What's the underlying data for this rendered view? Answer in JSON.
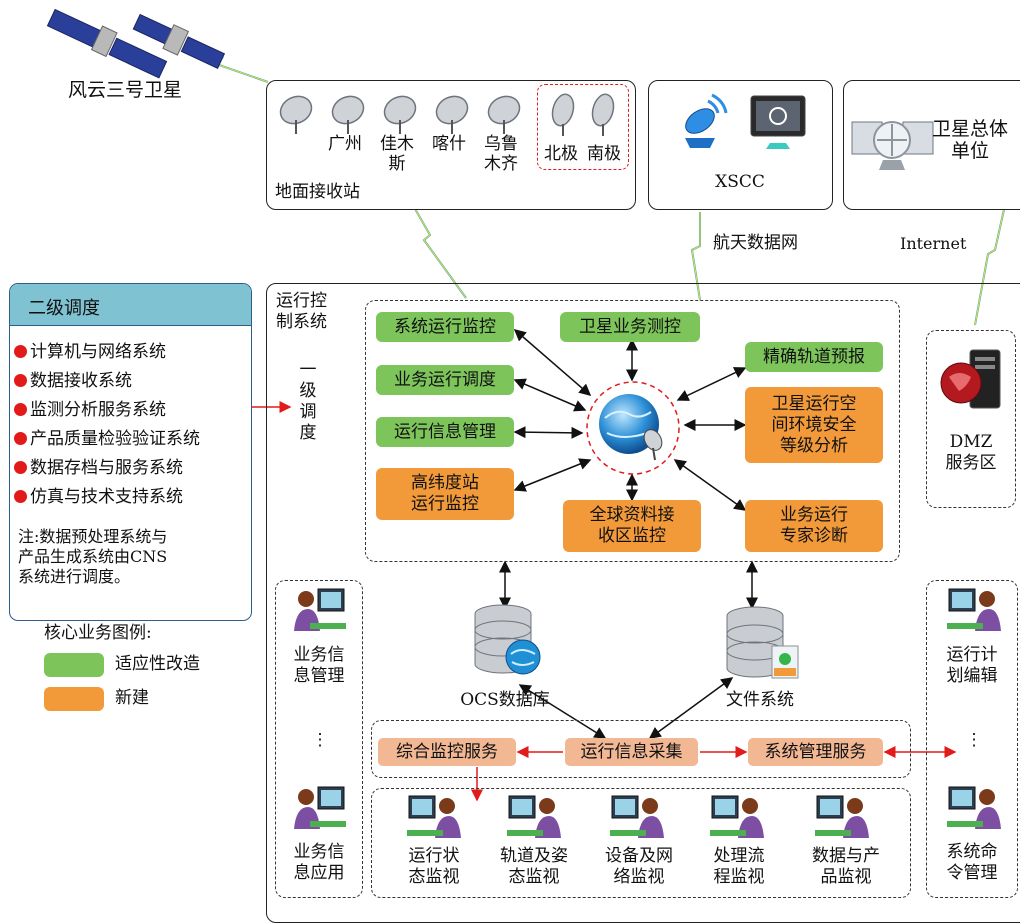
{
  "satellite": {
    "label": "风云三号卫星"
  },
  "ground_stations": {
    "title": "地面接收站",
    "stations": [
      {
        "name": ""
      },
      {
        "name": "广州"
      },
      {
        "name": "佳木\n斯"
      },
      {
        "name": "喀什"
      },
      {
        "name": "乌鲁\n木齐"
      }
    ],
    "polar": [
      {
        "name": "北极"
      },
      {
        "name": "南极"
      }
    ]
  },
  "xscc": {
    "label": "XSCC"
  },
  "sat_unit": {
    "label": "卫星总体\n单位"
  },
  "links": {
    "aerospace_net": "航天数据网",
    "internet": "Internet"
  },
  "secondary": {
    "title": "二级调度",
    "items": [
      "计算机与网络系统",
      "数据接收系统",
      "监测分析服务系统",
      "产品质量检验验证系统",
      "数据存档与服务系统",
      "仿真与技术支持系统"
    ],
    "note": "注:数据预处理系统与\n产品生成系统由CNS\n系统进行调度。"
  },
  "legend": {
    "title": "核心业务图例:",
    "items": [
      {
        "label": "适应性改造",
        "color": "#7dc55a"
      },
      {
        "label": "新建",
        "color": "#f29a3a"
      }
    ]
  },
  "ops_system": {
    "title": "运行控\n制系统",
    "primary": "一\n级\n调\n度",
    "green": [
      "系统运行监控",
      "卫星业务测控",
      "业务运行调度",
      "运行信息管理",
      "精确轨道预报"
    ],
    "orange": [
      "高纬度站\n运行监控",
      "全球资料接\n收区监控",
      "业务运行\n专家诊断",
      "卫星运行空\n间环境安全\n等级分析"
    ],
    "dmz": "DMZ\n服务区",
    "ocs_db": "OCS数据库",
    "file_system": "文件系统",
    "services": [
      "综合监控服务",
      "运行信息采集",
      "系统管理服务"
    ],
    "left_roles": [
      "业务信\n息管理",
      "业务信\n息应用"
    ],
    "right_roles": [
      "运行计\n划编辑",
      "系统命\n令管理"
    ],
    "monitors": [
      "运行状\n态监视",
      "轨道及姿\n态监视",
      "设备及网\n络监视",
      "处理流\n程监视",
      "数据与产\n品监视"
    ],
    "ellipsis": "⋮"
  },
  "colors": {
    "green": "#7dc55a",
    "orange": "#f29a3a",
    "peach": "#f2b894",
    "sidebar_header": "#7fc3d3",
    "red_arrow": "#e31a1a"
  }
}
